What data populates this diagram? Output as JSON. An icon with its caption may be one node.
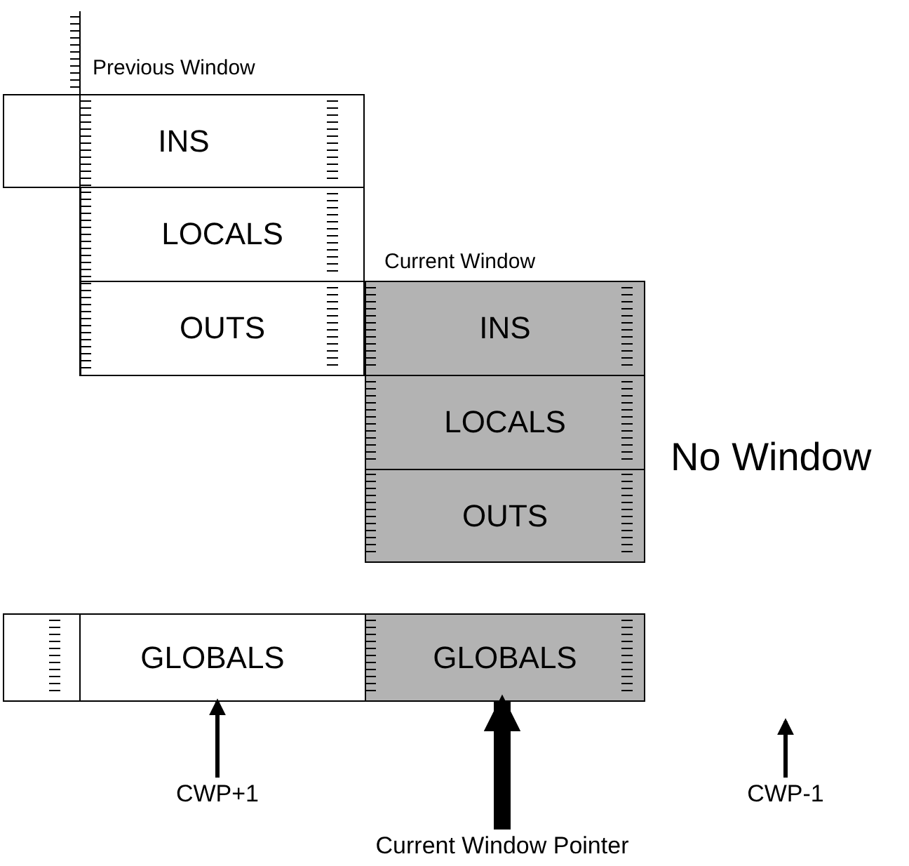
{
  "diagram": {
    "nodes": [
      {
        "text": [
          "Previous Window"
        ]
      },
      {
        "text": [
          "INS"
        ],
        "in": 0
      },
      {
        "text": [
          "LOCALS"
        ],
        "in": 0
      },
      {
        "text": [
          "OUTS"
        ],
        "in": 0
      },
      {
        "text": [
          "Current Window"
        ]
      },
      {
        "text": [
          "INS"
        ],
        "in": 4
      },
      {
        "text": [
          "LOCALS"
        ],
        "in": 4
      },
      {
        "text": [
          "OUTS"
        ],
        "in": 4
      },
      {
        "text": [
          "GLOBALS"
        ]
      },
      {
        "text": [
          "GLOBALS"
        ]
      },
      {
        "text": [
          "CWP+1"
        ]
      },
      {
        "text": [
          "Current Window Pointer"
        ]
      },
      {
        "text": [
          "CWP-1"
        ]
      }
    ],
    "edges": [
      {
        "from": 10,
        "to": 8,
        "arrow": "to"
      },
      {
        "from": 11,
        "to": 9,
        "arrow": "to",
        "style": "thick"
      },
      {
        "from": 12,
        "to": null,
        "arrow": "to"
      }
    ],
    "labels": [
      "No Window"
    ]
  }
}
